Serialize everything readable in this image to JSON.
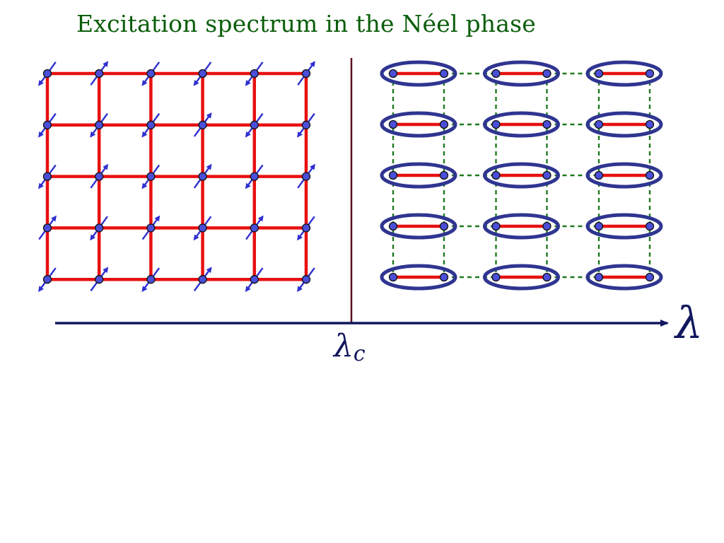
{
  "title": "Excitation spectrum in the Néel phase",
  "axis": {
    "label": "λ",
    "critical_label": "λ",
    "critical_subscript": "c"
  },
  "neel_phase": {
    "sites": [
      6,
      5
    ],
    "spins": [
      [
        "down",
        "up",
        "down",
        "down",
        "down",
        "up"
      ],
      [
        "down",
        "down",
        "down",
        "up",
        "down",
        "down"
      ],
      [
        "down",
        "up",
        "down",
        "up",
        "down",
        "up"
      ],
      [
        "up",
        "down",
        "up",
        "down",
        "up",
        "down"
      ],
      [
        "down",
        "up",
        "down",
        "up",
        "down",
        "down"
      ]
    ]
  },
  "dimer_phase": {
    "dimers": [
      3,
      5
    ]
  },
  "colors": {
    "title": "#0b5e0b",
    "lattice_bond": "#e81010",
    "site_fill": "#4a4ed8",
    "spin_arrow": "#2f2fd0",
    "dimer_ellipse": "#2f3590",
    "interdimer_bond": "#1f7a1f",
    "divider": "#5a1020",
    "axis": "#12175e"
  }
}
